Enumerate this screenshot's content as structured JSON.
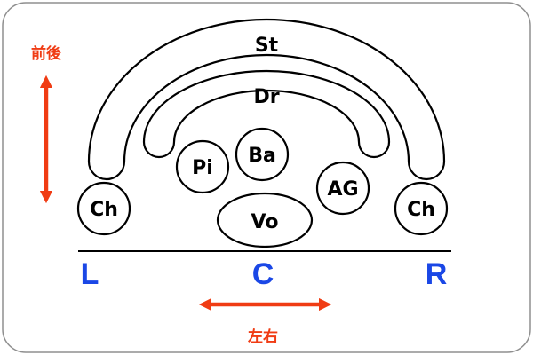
{
  "colors": {
    "frame": "#8f8f8f",
    "outline": "#000000",
    "axis_arrow": "#f03c14",
    "lcr_text": "#1a47e6"
  },
  "stage": {
    "risers": [
      {
        "id": "stage-riser",
        "label": "St"
      },
      {
        "id": "drum-riser",
        "label": "Dr"
      }
    ],
    "instruments": [
      {
        "id": "piano",
        "label": "Pi"
      },
      {
        "id": "bass",
        "label": "Ba"
      },
      {
        "id": "acoustic-guitar",
        "label": "AG"
      },
      {
        "id": "vocal",
        "label": "Vo"
      },
      {
        "id": "chorus-left",
        "label": "Ch"
      },
      {
        "id": "chorus-right",
        "label": "Ch"
      }
    ]
  },
  "pan_positions": {
    "left": "L",
    "center": "C",
    "right": "R"
  },
  "axes": {
    "front_back": {
      "label": "前後",
      "icon": "double-headed-arrow-vertical"
    },
    "left_right": {
      "label": "左右",
      "icon": "double-headed-arrow-horizontal"
    }
  }
}
